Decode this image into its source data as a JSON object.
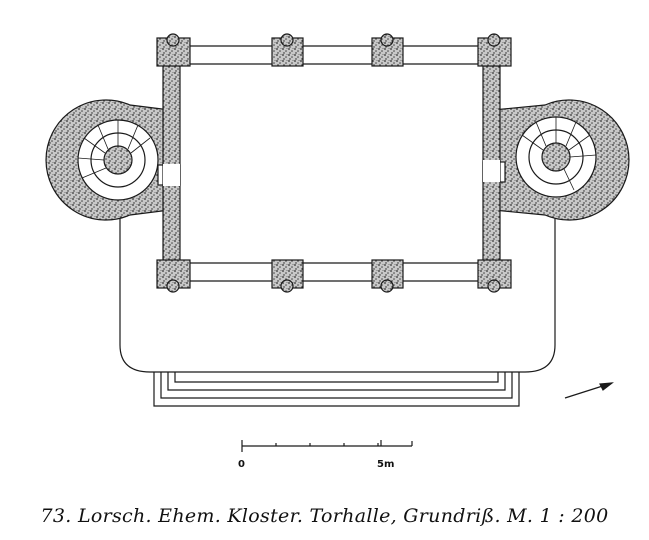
{
  "plan": {
    "title": "Lorsch gatehouse ground plan",
    "ink_color": "#1a1a1a",
    "wall_fill": "#9a9a9a"
  },
  "scale_bar": {
    "start_label": "0",
    "end_label": "5m",
    "divisions": 6
  },
  "caption": "73. Lorsch. Ehem. Kloster. Torhalle, Grundriß. M. 1 : 200"
}
